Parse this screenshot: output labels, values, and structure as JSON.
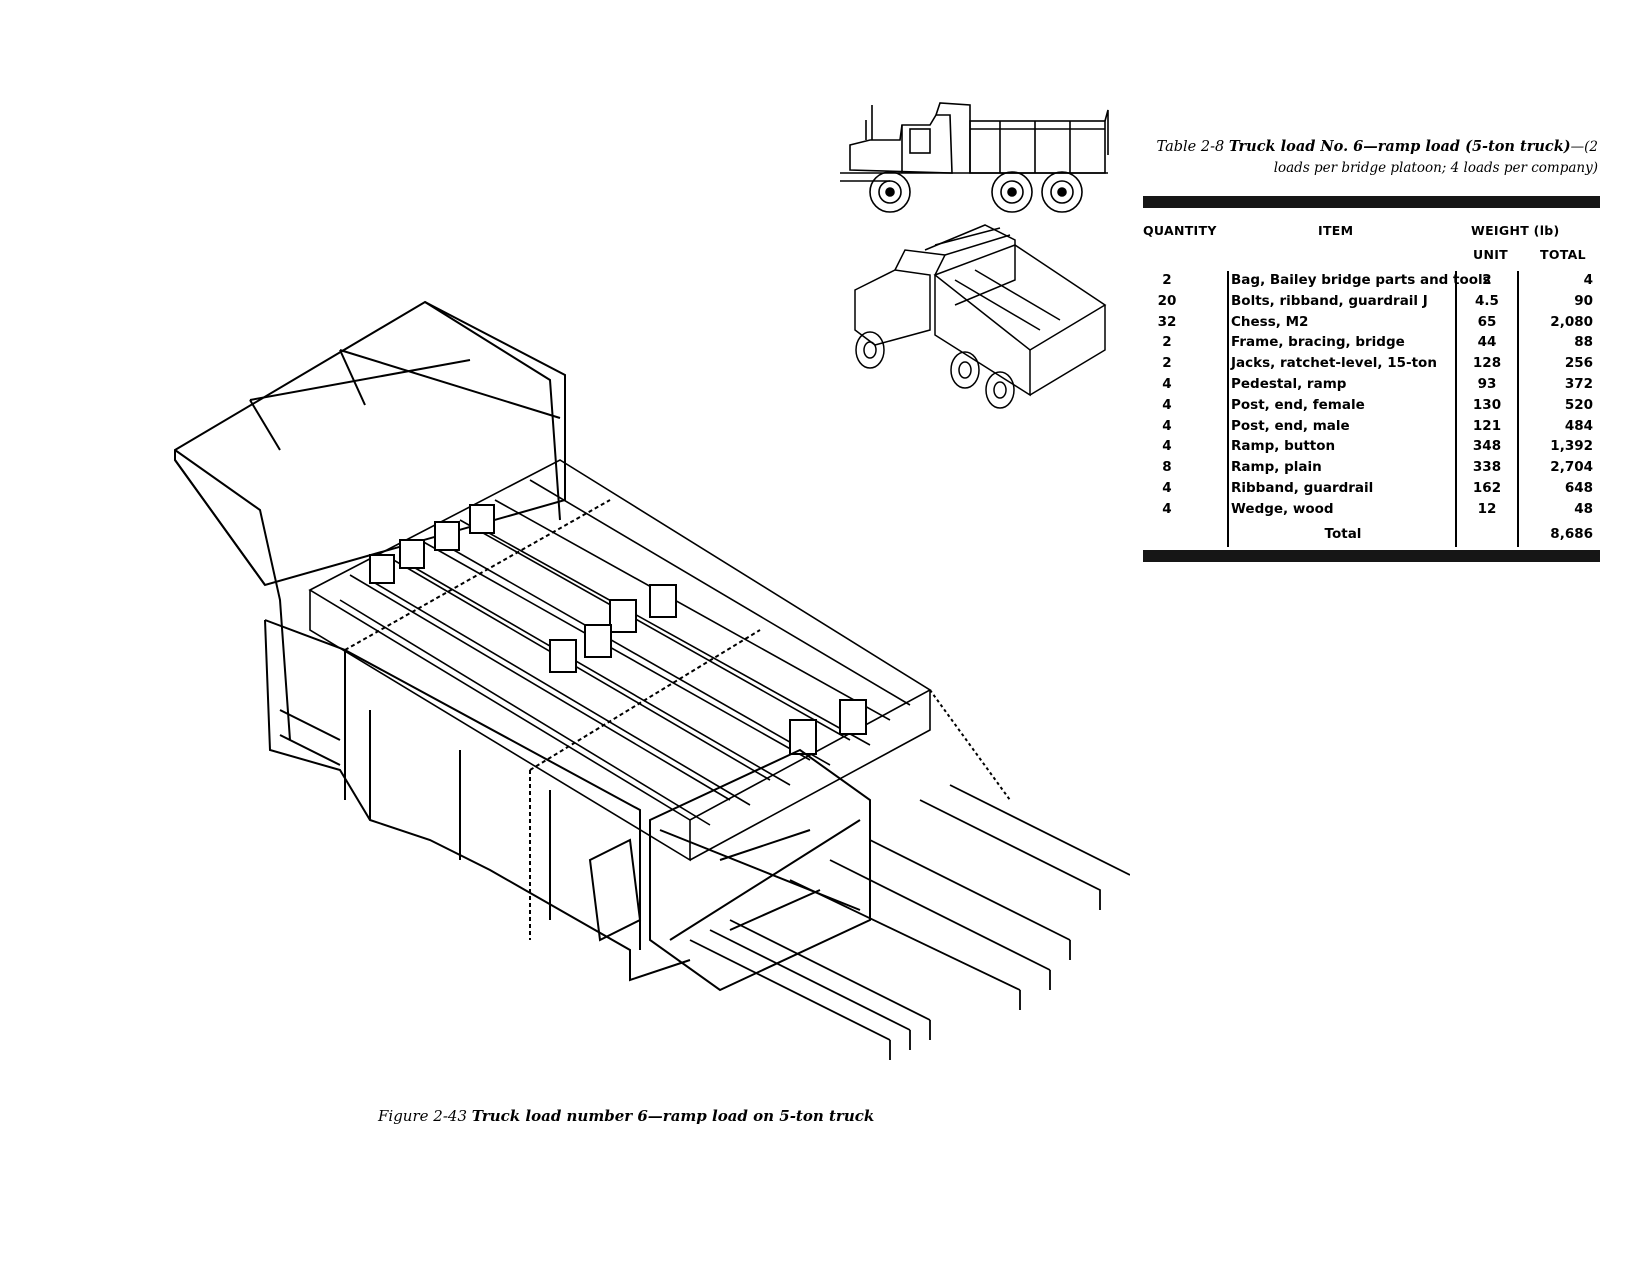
{
  "table": {
    "caption_lead": "Table 2-8",
    "caption_title": "Truck load No. 6—ramp load (5-ton truck)",
    "caption_note": "—(2 loads per bridge platoon; 4 loads per company)",
    "headers": {
      "quantity": "QUANTITY",
      "item": "ITEM",
      "weight": "WEIGHT (lb)",
      "unit": "UNIT",
      "total": "TOTAL"
    },
    "rows": [
      {
        "qty": "2",
        "item": "Bag, Bailey bridge parts and tools",
        "unit": "2",
        "total": "4"
      },
      {
        "qty": "20",
        "item": "Bolts, ribband, guardrail J",
        "unit": "4.5",
        "total": "90"
      },
      {
        "qty": "32",
        "item": "Chess, M2",
        "unit": "65",
        "total": "2,080"
      },
      {
        "qty": "2",
        "item": "Frame, bracing, bridge",
        "unit": "44",
        "total": "88"
      },
      {
        "qty": "2",
        "item": "Jacks, ratchet-level, 15-ton",
        "unit": "128",
        "total": "256"
      },
      {
        "qty": "4",
        "item": "Pedestal, ramp",
        "unit": "93",
        "total": "372"
      },
      {
        "qty": "4",
        "item": "Post, end, female",
        "unit": "130",
        "total": "520"
      },
      {
        "qty": "4",
        "item": "Post, end, male",
        "unit": "121",
        "total": "484"
      },
      {
        "qty": "4",
        "item": "Ramp, button",
        "unit": "348",
        "total": "1,392"
      },
      {
        "qty": "8",
        "item": "Ramp, plain",
        "unit": "338",
        "total": "2,704"
      },
      {
        "qty": "4",
        "item": "Ribband, guardrail",
        "unit": "162",
        "total": "648"
      },
      {
        "qty": "4",
        "item": "Wedge, wood",
        "unit": "12",
        "total": "48"
      }
    ],
    "total_label": "Total",
    "total_value": "8,686"
  },
  "figure": {
    "caption_lead": "Figure 2-43",
    "caption_title": "Truck load number 6—ramp load on 5-ton truck"
  }
}
